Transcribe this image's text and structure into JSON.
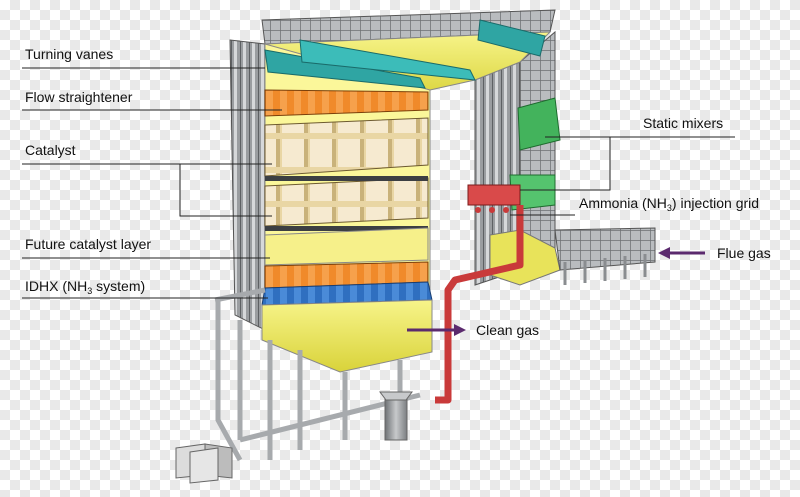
{
  "labels": {
    "turning_vanes": "Turning vanes",
    "flow_straightener": "Flow straightener",
    "catalyst": "Catalyst",
    "future_catalyst_layer": "Future catalyst layer",
    "idhx_pre": "IDHX (NH",
    "idhx_sub": "3",
    "idhx_post": " system)",
    "static_mixers": "Static mixers",
    "ammonia_pre": "Ammonia (NH",
    "ammonia_sub": "3",
    "ammonia_post": ") injection grid",
    "flue_gas": "Flue gas",
    "clean_gas": "Clean gas"
  },
  "colors": {
    "reactor_yellow": "#f3ef5a",
    "steel_gray": "#8f9295",
    "turning_vane_teal": "#2fa5a3",
    "flow_straightener_orange": "#f08a2a",
    "catalyst_block": "#f2e2b8",
    "idhx_blue": "#2f6fc0",
    "static_mixer_green": "#43b35c",
    "ammonia_pipe_red": "#c93a3a",
    "arrow_purple": "#5b2a6e"
  }
}
